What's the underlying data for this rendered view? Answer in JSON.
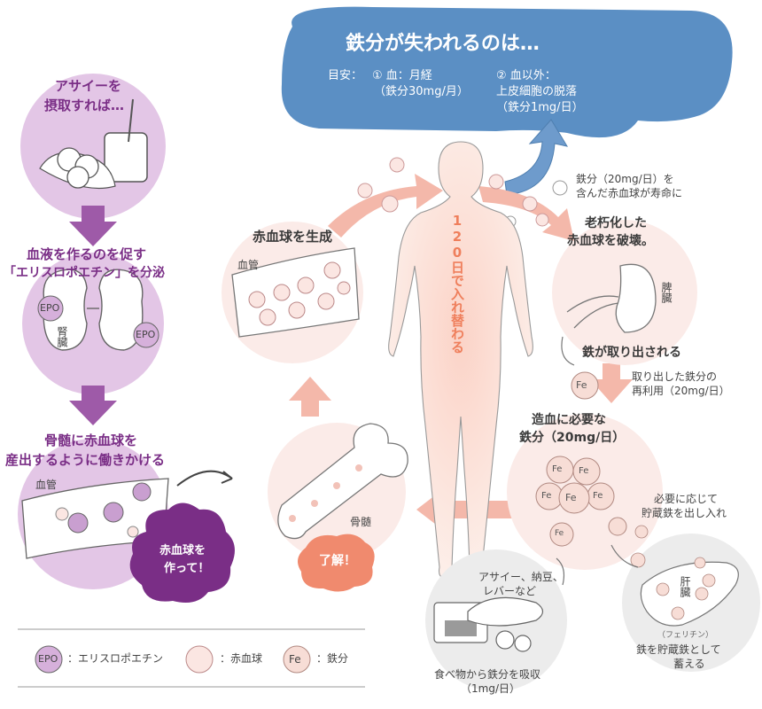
{
  "header": {
    "title": "鉄分が失われるのは…",
    "guide_label": "目安：",
    "item1_title": "① 血：月経",
    "item1_value": "（鉄分30mg/月）",
    "item2_title": "② 血以外：",
    "item2_desc": "上皮細胞の脱落",
    "item2_value": "（鉄分1mg/日）"
  },
  "left": {
    "step1_line1": "アサイーを",
    "step1_line2": "摂取すれば…",
    "step2_line1": "血液を作るのを促す",
    "step2_line2": "「エリスロポエチン」を分泌",
    "kidney_label": "腎臓",
    "epo": "EPO",
    "step3_line1": "骨髄に赤血球を",
    "step3_line2": "産出するように働きかける",
    "vessel_label": "血管",
    "bubble_line1": "赤血球を",
    "bubble_line2": "作って！"
  },
  "center": {
    "cycle_text": "120日で入れ替わる",
    "produce_label": "赤血球を生成",
    "vessel_label": "血管",
    "marrow_label": "骨髄",
    "ok_bubble": "了解！"
  },
  "right": {
    "aged_note_line1": "鉄分（20mg/日）を",
    "aged_note_line2": "含んだ赤血球が寿命に",
    "destroy_line1": "老朽化した",
    "destroy_line2": "赤血球を破壊。",
    "spleen_label": "脾臓",
    "extract_label": "鉄が取り出される",
    "fe": "Fe",
    "reuse_line1": "取り出した鉄分の",
    "reuse_line2": "再利用（20mg/日）",
    "need_line1": "造血に必要な",
    "need_line2": "鉄分（20mg/日）",
    "storage_note_line1": "必要に応じて",
    "storage_note_line2": "貯蔵鉄を出し入れ",
    "liver_label": "肝臓",
    "ferritin": "（フェリチン）",
    "store_line1": "鉄を貯蔵鉄として",
    "store_line2": "蓄える"
  },
  "food": {
    "items": "アサイー、納豆、",
    "items2": "レバーなど",
    "absorb_line1": "食べ物から鉄分を吸収",
    "absorb_line2": "（1mg/日）"
  },
  "legend": {
    "epo_icon": "EPO",
    "epo_label": "：エリスロポエチン",
    "rbc_label": "：赤血球",
    "fe_icon": "Fe",
    "fe_label": "：鉄分"
  },
  "colors": {
    "purple_circle": "#e3c6e6",
    "purple_text": "#7a2e86",
    "purple_arrow": "#9e5aa8",
    "pink_circle": "#fbebe8",
    "salmon_arrow": "#f4b8aa",
    "body_fill": "#fde7e0",
    "cloud_blue": "#5b8fc4",
    "fe_fill": "#f7ddd6"
  }
}
